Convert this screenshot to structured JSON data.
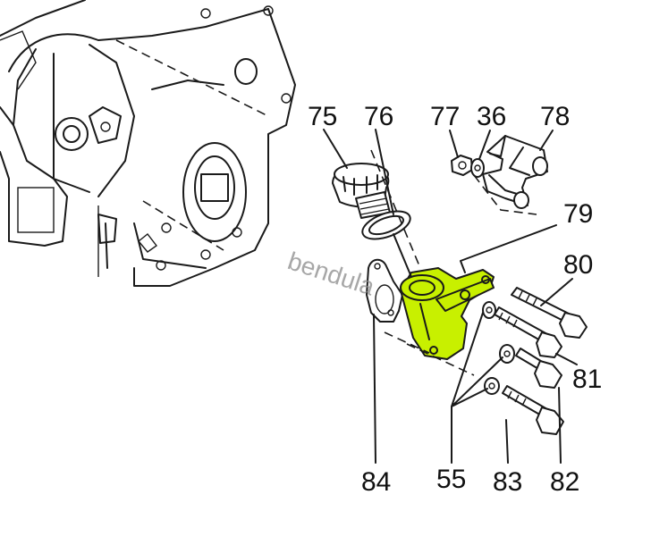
{
  "diagram": {
    "highlight_color": "#c8f000",
    "watermark": "bendula",
    "callouts": [
      {
        "id": "75",
        "text": "75"
      },
      {
        "id": "76",
        "text": "76"
      },
      {
        "id": "77",
        "text": "77"
      },
      {
        "id": "36",
        "text": "36"
      },
      {
        "id": "78",
        "text": "78"
      },
      {
        "id": "79",
        "text": "79"
      },
      {
        "id": "80",
        "text": "80"
      },
      {
        "id": "81",
        "text": "81"
      },
      {
        "id": "82",
        "text": "82"
      },
      {
        "id": "83",
        "text": "83"
      },
      {
        "id": "55",
        "text": "55"
      },
      {
        "id": "84",
        "text": "84"
      }
    ]
  }
}
